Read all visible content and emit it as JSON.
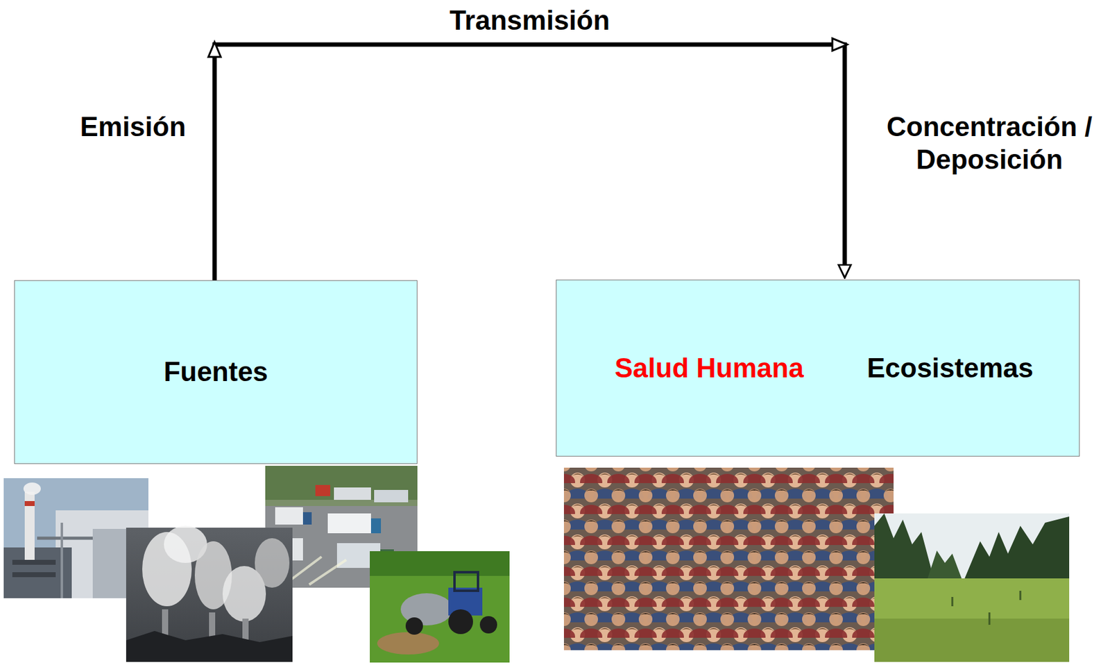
{
  "diagram": {
    "nodes": [
      {
        "text": [
          "Fuentes"
        ]
      },
      {
        "text": [
          "Salud Humana",
          "Ecosistemas"
        ]
      }
    ],
    "edges": [
      {
        "from": 0,
        "to": 1,
        "arrow": "to",
        "label": "Transmisión"
      }
    ],
    "labels": [
      "Emisión",
      "Concentración / Deposición"
    ]
  }
}
